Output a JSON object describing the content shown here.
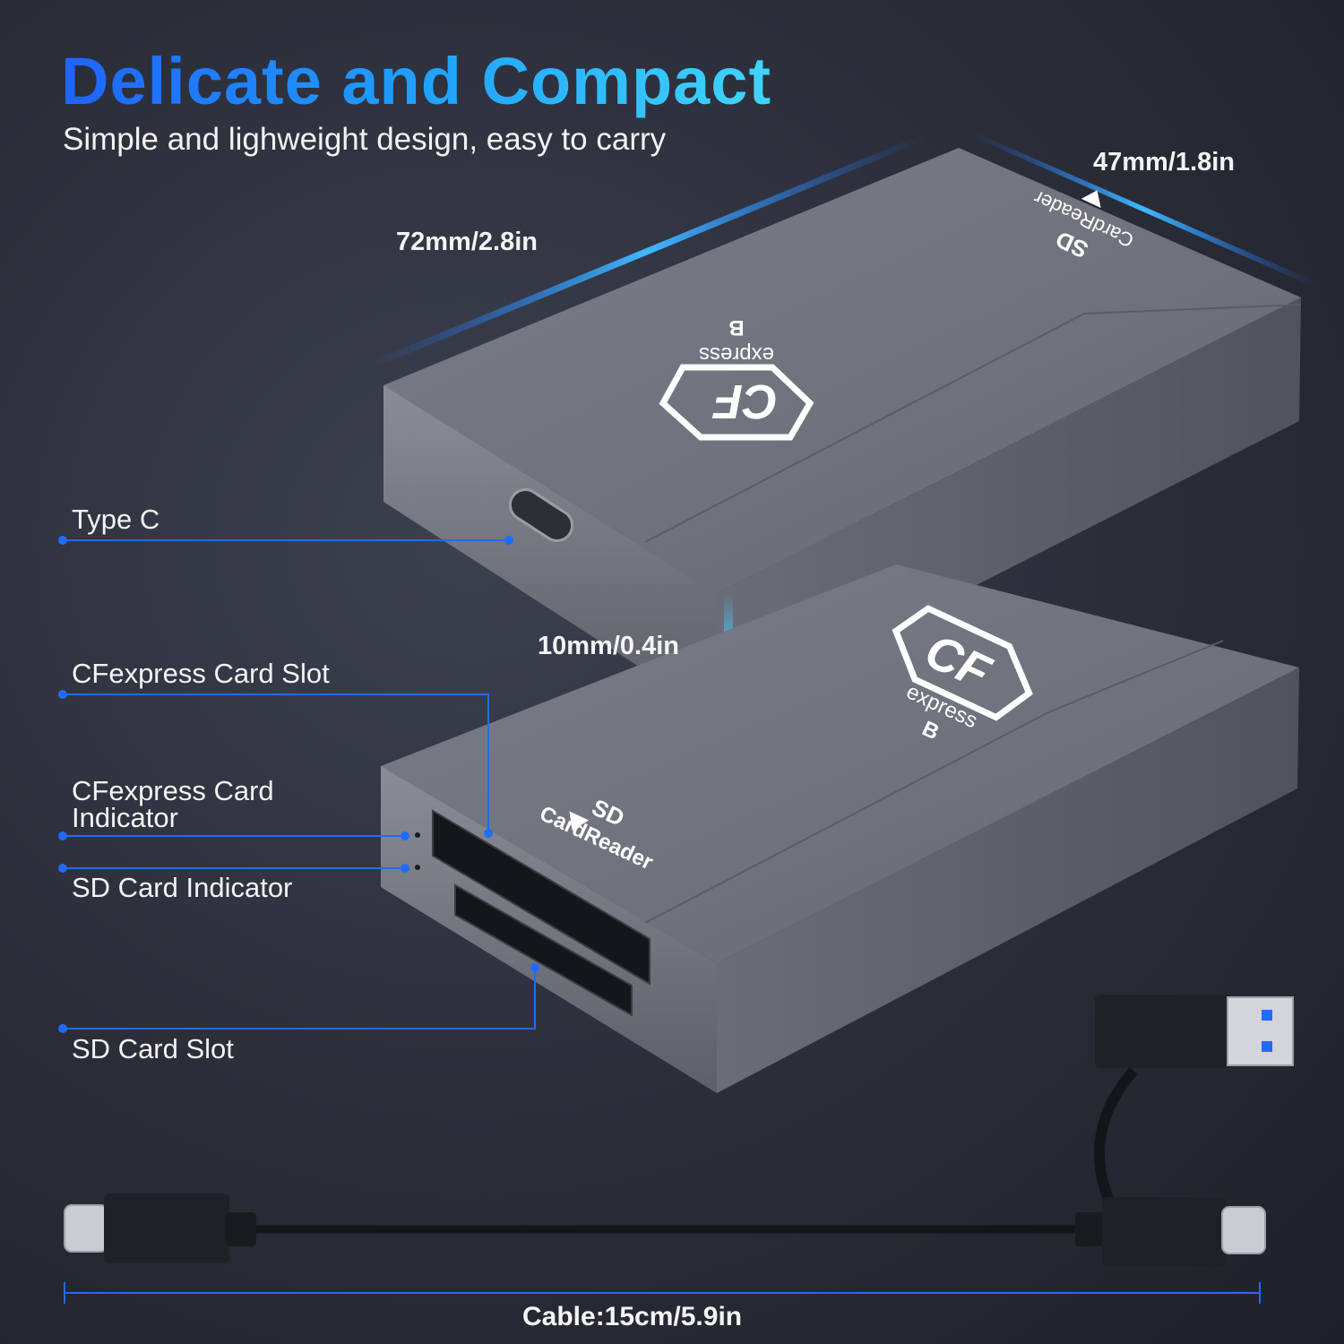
{
  "header": {
    "title": "Delicate and Compact",
    "subtitle": "Simple and lighweight design, easy to carry"
  },
  "dimensions": {
    "length": "72mm/2.8in",
    "width": "47mm/1.8in",
    "height": "10mm/0.4in",
    "cable": "Cable:15cm/5.9in"
  },
  "callouts": {
    "type_c": "Type C",
    "cfexpress_slot": "CFexpress Card Slot",
    "cfexpress_indicator_line1": "CFexpress Card",
    "cfexpress_indicator_line2": "Indicator",
    "sd_indicator": "SD Card Indicator",
    "sd_slot": "SD Card Slot"
  },
  "device_markings": {
    "logo_main": "CF",
    "logo_sub": "express",
    "logo_type": "B",
    "sd": "SD",
    "card_reader": "CardReader"
  },
  "colors": {
    "accent_blue": "#1f63ff",
    "accent_cyan": "#3fd6ff",
    "callout_line": "#1f6bff",
    "device_gray": "#707380"
  }
}
